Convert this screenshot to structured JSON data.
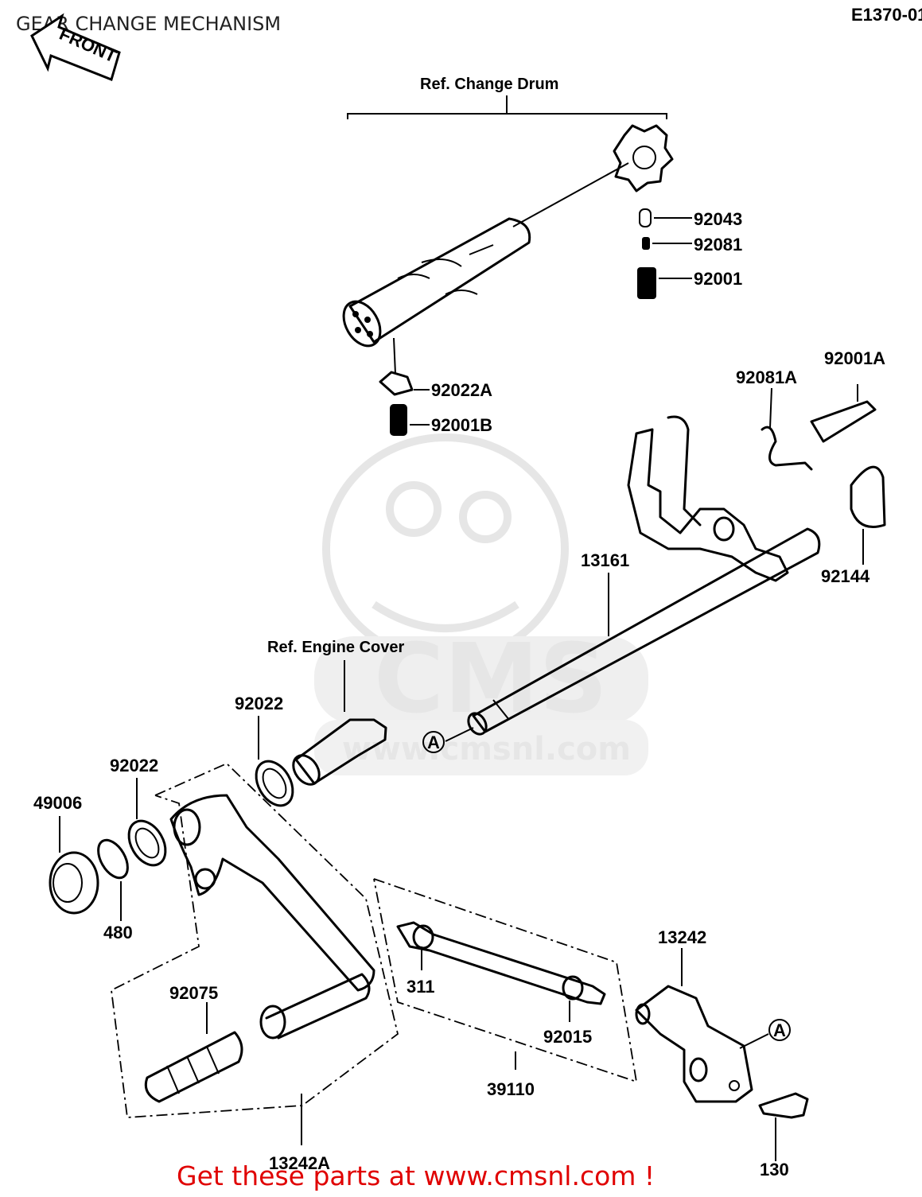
{
  "title": "GEAR CHANGE MECHANISM",
  "diagram_code": "E1370-01",
  "front_label": "FRONT",
  "refs": {
    "change_drum": "Ref. Change Drum",
    "engine_cover": "Ref. Engine Cover"
  },
  "parts": {
    "p92043": "92043",
    "p92081": "92081",
    "p92001": "92001",
    "p92022A": "92022A",
    "p92001B": "92001B",
    "p92081A": "92081A",
    "p92001A": "92001A",
    "p92144": "92144",
    "p13161": "13161",
    "p92022_top": "92022",
    "p92022_left": "92022",
    "p49006": "49006",
    "p480": "480",
    "p92075": "92075",
    "p13242A": "13242A",
    "p311": "311",
    "p92015": "92015",
    "p39110": "39110",
    "p13242": "13242",
    "p130": "130"
  },
  "marker": "A",
  "watermark": {
    "brand": "CMS",
    "url": "www.cmsnl.com"
  },
  "promo": "Get these parts at www.cmsnl.com !"
}
